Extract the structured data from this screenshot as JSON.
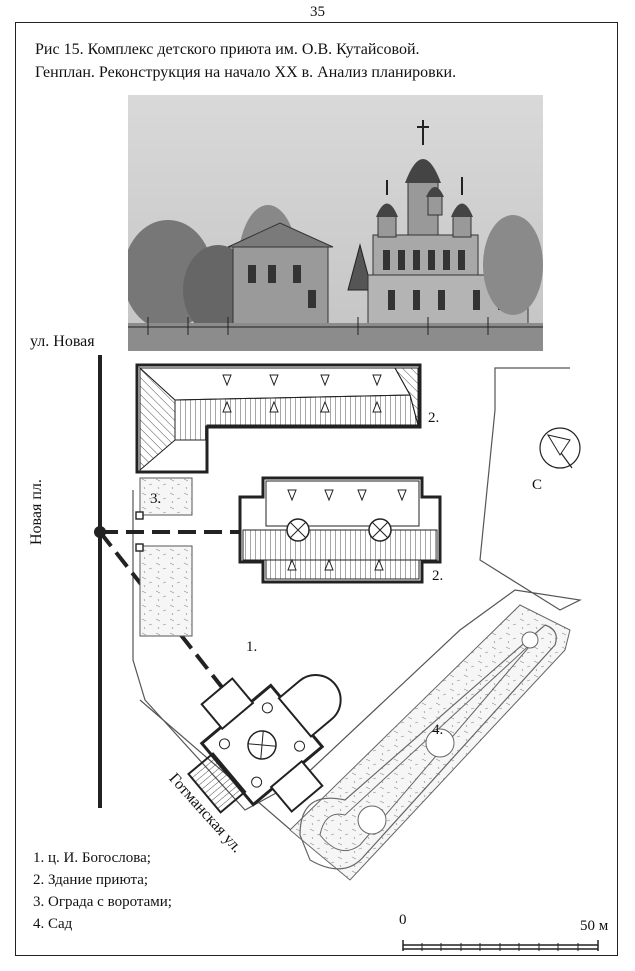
{
  "page_number": "35",
  "caption": {
    "line1": "Рис 15. Комплекс детского приюта им. О.В. Кутайсовой.",
    "line2": "Генплан. Реконструкция на начало XX в. Анализ планировки."
  },
  "streets": {
    "novaya_street": "ул. Новая",
    "novaya_square": "Новая пл.",
    "gotmanskaya_street": "Готманская ул."
  },
  "plan_labels": {
    "church": "1.",
    "orphanage_north": "2.",
    "orphanage_south": "2.",
    "fence": "3.",
    "garden": "4.",
    "north": "С"
  },
  "legend": [
    "1. ц. И. Богослова;",
    "2. Здание приюта;",
    "3. Ограда с воротами;",
    "4. Сад"
  ],
  "scale": {
    "start": "0",
    "end": "50 м"
  }
}
